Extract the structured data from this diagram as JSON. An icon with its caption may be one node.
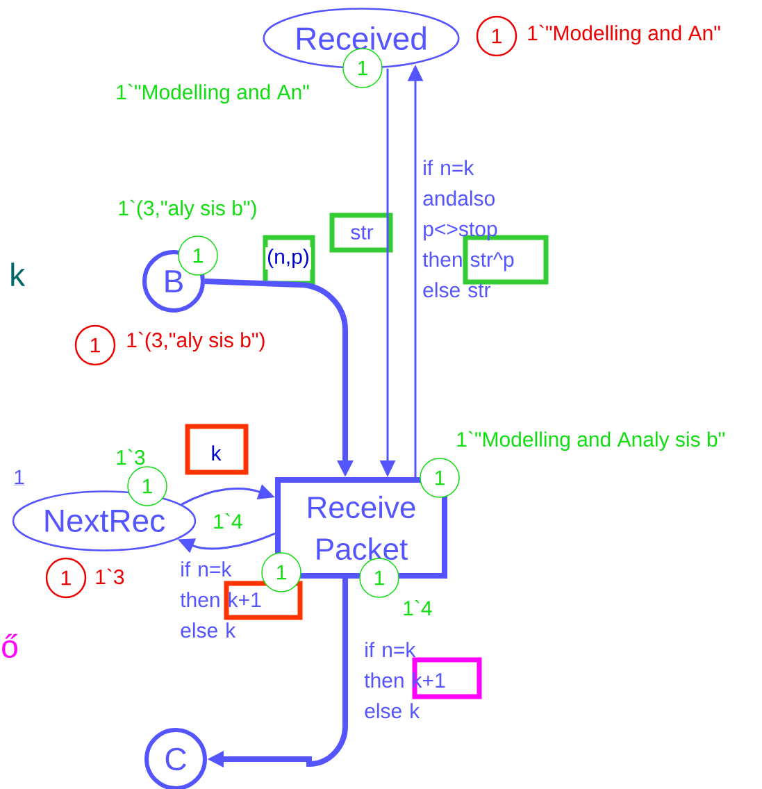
{
  "diagram": {
    "nodes": [
      {
        "text": [
          "Received"
        ]
      },
      {
        "text": [
          "B"
        ]
      },
      {
        "text": [
          "NextRec"
        ],
        "beside": [
          "1"
        ]
      },
      {
        "text": [
          "Receive Packet"
        ]
      },
      {
        "text": [
          "C"
        ]
      },
      {
        "text": [
          "1"
        ]
      },
      {
        "text": [
          "1"
        ],
        "beside": [
          "1`(3,\"aly sis b\")"
        ]
      },
      {
        "text": [
          "1"
        ],
        "beside": [
          "1`\"Modelling and Analy sis b\""
        ]
      },
      {
        "text": [
          "1"
        ],
        "beside": [
          "1`3"
        ]
      },
      {
        "text": [
          "1"
        ],
        "beside": [
          "1`4"
        ]
      },
      {
        "text": [
          "1"
        ],
        "beside": [
          "1`4"
        ]
      },
      {
        "text": [
          "1"
        ],
        "beside": [
          "1`\"Modelling and An\""
        ]
      },
      {
        "text": [
          "1"
        ],
        "beside": [
          "1`(3,\"aly sis b\")"
        ]
      },
      {
        "text": [
          "1"
        ],
        "beside": [
          "1`3"
        ]
      }
    ],
    "edges": [
      {
        "from": 1,
        "to": 3,
        "arrow": "to",
        "label": "(n,p)",
        "style": "thick"
      },
      {
        "from": 0,
        "to": 3,
        "arrow": "to",
        "label": "str"
      },
      {
        "from": 3,
        "to": 0,
        "arrow": "to",
        "label": "if n=k andalso p<>stop then str^p else str"
      },
      {
        "from": 2,
        "to": 3,
        "arrow": "to",
        "label": "k"
      },
      {
        "from": 3,
        "to": 2,
        "arrow": "to",
        "label": "if n=k then k+1 else k"
      },
      {
        "from": 3,
        "to": 4,
        "arrow": "to",
        "label": "if n=k then k+1 else k",
        "style": "thick"
      }
    ],
    "labels": [
      "1`\"Modelling and An\"",
      "k",
      "ő"
    ]
  }
}
